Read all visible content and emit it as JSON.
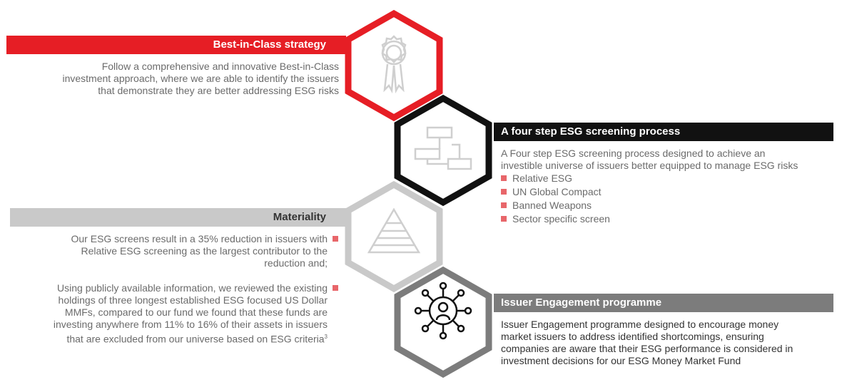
{
  "colors": {
    "red": "#e61e25",
    "black": "#111111",
    "light_gray": "#c9c9c9",
    "dark_gray": "#7c7c7c",
    "bullet": "#e8666a"
  },
  "best_in_class": {
    "title": "Best-in-Class strategy",
    "lines": [
      "Follow a comprehensive and innovative Best-in-Class",
      "investment approach, where we are able to identify the issuers",
      "that demonstrate they are better addressing ESG risks"
    ],
    "icon": "award-ribbon-icon"
  },
  "screening": {
    "title": "A four step ESG screening process",
    "lines": [
      "A Four step ESG screening process designed to achieve an",
      "investible universe of issuers better equipped to manage ESG risks"
    ],
    "bullets": [
      "Relative ESG",
      "UN Global Compact",
      "Banned Weapons",
      "Sector specific screen"
    ],
    "icon": "flowchart-icon"
  },
  "materiality": {
    "title": "Materiality",
    "point1": [
      "Our ESG screens result in a 35% reduction in issuers with",
      "Relative ESG screening as the largest contributor to the",
      "reduction and;"
    ],
    "point2": [
      "Using publicly available information, we reviewed the existing",
      "holdings of three longest established ESG focused US Dollar",
      "MMFs, compared to our fund we found that these funds are",
      "investing anywhere from 11% to 16% of their assets in issuers",
      "that are excluded from our universe based on ESG criteria"
    ],
    "footnote": "3",
    "icon": "pyramid-icon"
  },
  "engagement": {
    "title": "Issuer Engagement programme",
    "lines": [
      "Issuer Engagement programme designed to encourage money",
      "market issuers to address identified shortcomings, ensuring",
      "companies are aware that their ESG performance is considered in",
      "investment decisions for our ESG Money Market Fund"
    ],
    "icon": "network-person-icon"
  }
}
